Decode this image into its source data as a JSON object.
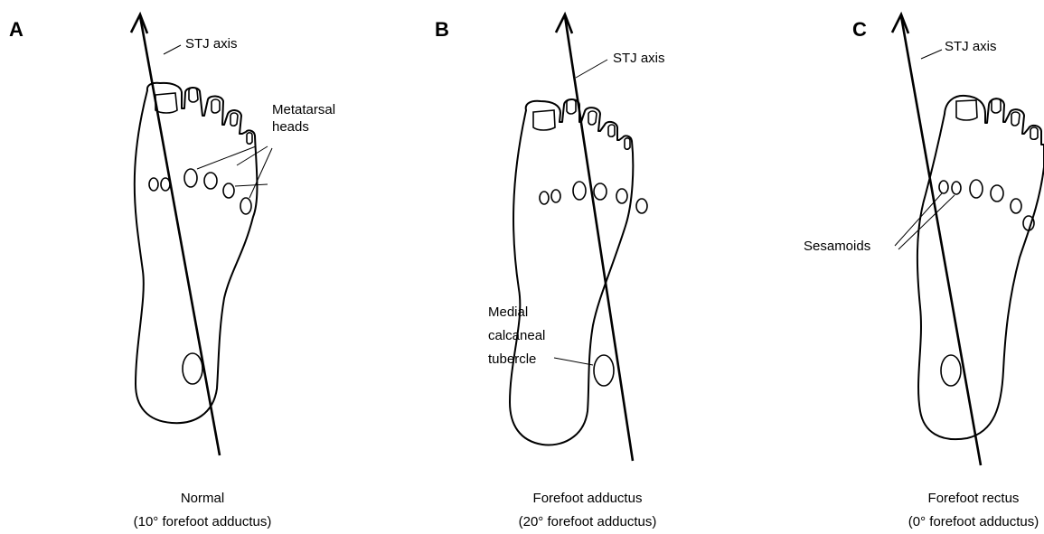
{
  "panels": [
    {
      "letter": "A",
      "axis_label": "STJ axis",
      "annotations": [
        "Metatarsal",
        "heads"
      ],
      "caption_line1": "Normal",
      "caption_line2": "(10° forefoot adductus)"
    },
    {
      "letter": "B",
      "axis_label": "STJ axis",
      "annotations": [
        "Medial",
        "calcaneal",
        "tubercle"
      ],
      "caption_line1": "Forefoot adductus",
      "caption_line2": "(20° forefoot adductus)"
    },
    {
      "letter": "C",
      "axis_label": "STJ axis",
      "annotations": [
        "Sesamoids"
      ],
      "caption_line1": "Forefoot rectus",
      "caption_line2": "(0° forefoot adductus)"
    }
  ]
}
